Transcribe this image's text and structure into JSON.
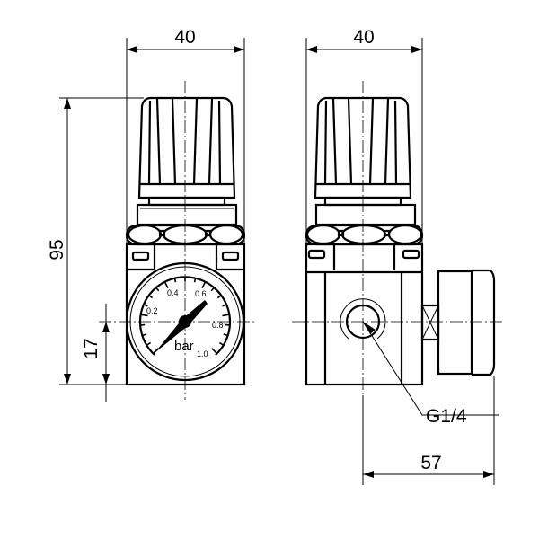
{
  "dimensions": {
    "width_front": "40",
    "width_side": "40",
    "height_total": "95",
    "height_gauge_center": "17",
    "port_thread": "G1/4",
    "depth_with_gauge": "57"
  },
  "gauge": {
    "unit": "bar",
    "scale_labels": [
      "0.2",
      "0.4",
      "0.6",
      "0.8",
      "1.0"
    ]
  }
}
